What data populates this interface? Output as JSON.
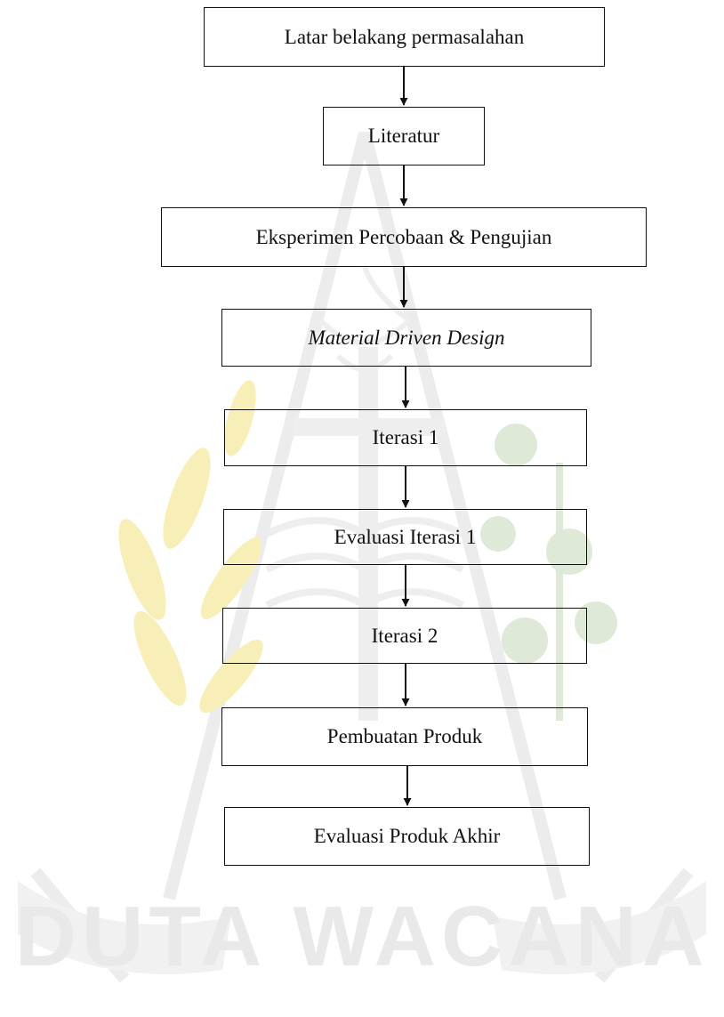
{
  "flowchart": {
    "steps": [
      {
        "label": "Latar belakang permasalahan"
      },
      {
        "label": "Literatur"
      },
      {
        "label": "Eksperimen Percobaan & Pengujian"
      },
      {
        "label": "Material Driven Design"
      },
      {
        "label": "Iterasi 1"
      },
      {
        "label": "Evaluasi Iterasi 1"
      },
      {
        "label": "Iterasi 2"
      },
      {
        "label": "Pembuatan Produk"
      },
      {
        "label": "Evaluasi Produk Akhir"
      }
    ]
  },
  "watermark": {
    "text": "DUTA WACANA",
    "colors": {
      "shield": "#ececec",
      "leaf_yellow": "#f8efb8",
      "leaf_green": "#dfe9d8",
      "text": "#e9e9e9"
    }
  },
  "colors": {
    "line": "#111111",
    "text": "#111111"
  }
}
